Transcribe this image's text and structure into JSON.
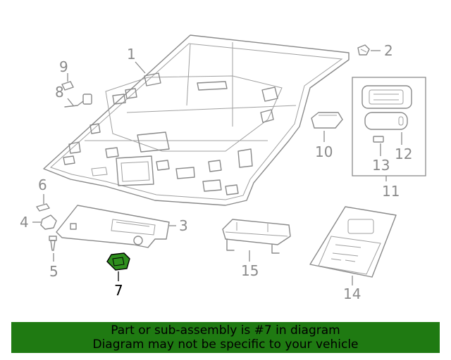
{
  "callouts": {
    "c1": "1",
    "c2": "2",
    "c3": "3",
    "c4": "4",
    "c5": "5",
    "c6": "6",
    "c7": "7",
    "c8": "8",
    "c9": "9",
    "c10": "10",
    "c11": "11",
    "c12": "12",
    "c13": "13",
    "c14": "14",
    "c15": "15"
  },
  "highlighted_part": "7",
  "colors": {
    "highlight": "#2f8f1e",
    "banner": "#1f7a12",
    "line": "#8a8a8a"
  },
  "banner": {
    "line1": "Part or sub-assembly is #7 in diagram",
    "line2": "Diagram may not be specific to your vehicle"
  }
}
